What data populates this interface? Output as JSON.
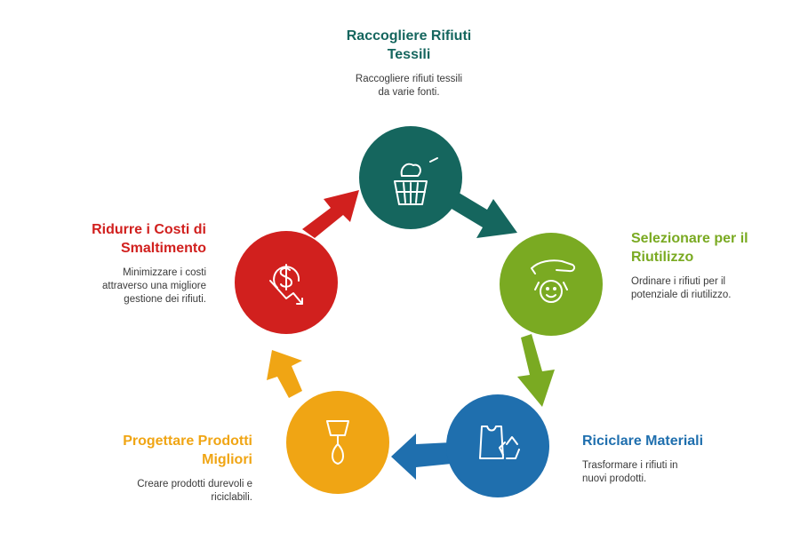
{
  "colors": {
    "teal": "#15665e",
    "green": "#7aaa22",
    "blue": "#1f6fae",
    "orange": "#f0a514",
    "red": "#d1201e"
  },
  "steps": [
    {
      "title_line1": "Raccogliere Rifiuti",
      "title_line2": "Tessili",
      "desc_line1": "Raccogliere rifiuti tessili",
      "desc_line2": "da varie fonti.",
      "icon": "trash-basket-icon"
    },
    {
      "title_line1": "Selezionare per il",
      "title_line2": "Riutilizzo",
      "desc_line1": "Ordinare i rifiuti per il",
      "desc_line2": "potenziale di riutilizzo.",
      "icon": "hand-care-icon"
    },
    {
      "title_line1": "Riciclare Materiali",
      "title_line2": "",
      "desc_line1": "Trasformare i rifiuti in",
      "desc_line2": "nuovi prodotti.",
      "icon": "recycle-bag-icon"
    },
    {
      "title_line1": "Progettare Prodotti",
      "title_line2": "Migliori",
      "desc_line1": "Creare prodotti durevoli e",
      "desc_line2": "riciclabili.",
      "icon": "lamp-icon"
    },
    {
      "title_line1": "Ridurre i Costi di",
      "title_line2": "Smaltimento",
      "desc_line1": "Minimizzare i costi",
      "desc_line2": "attraverso una migliore",
      "desc_line3": "gestione dei rifiuti.",
      "icon": "dollar-down-icon"
    }
  ]
}
